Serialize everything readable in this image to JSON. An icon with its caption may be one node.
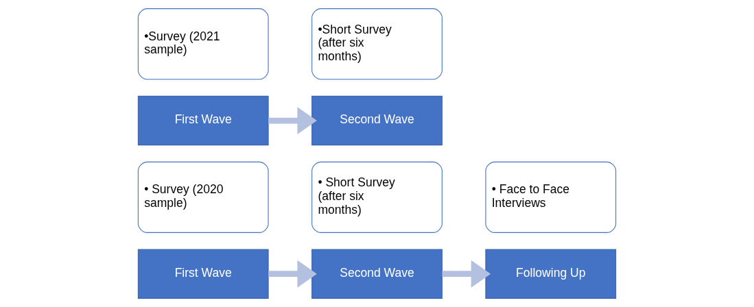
{
  "diagram": {
    "nodes": [
      {
        "text": [
          "First Wave"
        ]
      },
      {
        "text": [
          "• Survey (2020 sample)"
        ]
      },
      {
        "text": [
          "Second Wave"
        ]
      },
      {
        "text": [
          "• Short Survey (after six months)"
        ]
      },
      {
        "text": [
          "Following Up"
        ]
      },
      {
        "text": [
          "• Face to Face Interviews"
        ]
      },
      {
        "text": [
          "First Wave"
        ]
      },
      {
        "text": [
          "•Survey (2021 sample)"
        ]
      },
      {
        "text": [
          "Second Wave"
        ]
      },
      {
        "text": [
          "•Short Survey (after six months)"
        ]
      }
    ],
    "edges": [
      {
        "from": 0,
        "to": 2,
        "arrow": "to"
      },
      {
        "from": 2,
        "to": 4,
        "arrow": "to"
      },
      {
        "from": 6,
        "to": 8,
        "arrow": "to"
      }
    ]
  }
}
